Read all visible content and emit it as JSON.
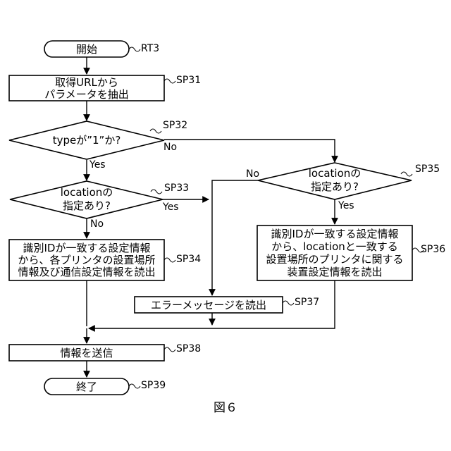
{
  "nodes": {
    "start": {
      "text": "開始",
      "ref": "RT3"
    },
    "sp31": {
      "lines": [
        "取得URLから",
        "パラメータを抽出"
      ],
      "ref": "SP31"
    },
    "sp32": {
      "text": "typeが”1”か?",
      "ref": "SP32"
    },
    "sp33": {
      "lines": [
        "locationの",
        "指定あり?"
      ],
      "ref": "SP33"
    },
    "sp34": {
      "lines": [
        "識別IDが一致する設定情報",
        "から、各プリンタの設置場所",
        "情報及び通信設定情報を読出"
      ],
      "ref": "SP34"
    },
    "sp35": {
      "lines": [
        "locationの",
        "指定あり?"
      ],
      "ref": "SP35"
    },
    "sp36": {
      "lines": [
        "識別IDが一致する設定情報",
        "から、locationと一致する",
        "設置場所のプリンタに関する",
        "装置設定情報を読出"
      ],
      "ref": "SP36"
    },
    "sp37": {
      "text": "エラーメッセージを読出",
      "ref": "SP37"
    },
    "sp38": {
      "text": "情報を送信",
      "ref": "SP38"
    },
    "sp39": {
      "text": "終了",
      "ref": "SP39"
    }
  },
  "branches": {
    "sp32_yes": "Yes",
    "sp32_no": "No",
    "sp33_yes": "Yes",
    "sp33_no": "No",
    "sp35_yes": "Yes",
    "sp35_no": "No"
  },
  "caption": "図６"
}
